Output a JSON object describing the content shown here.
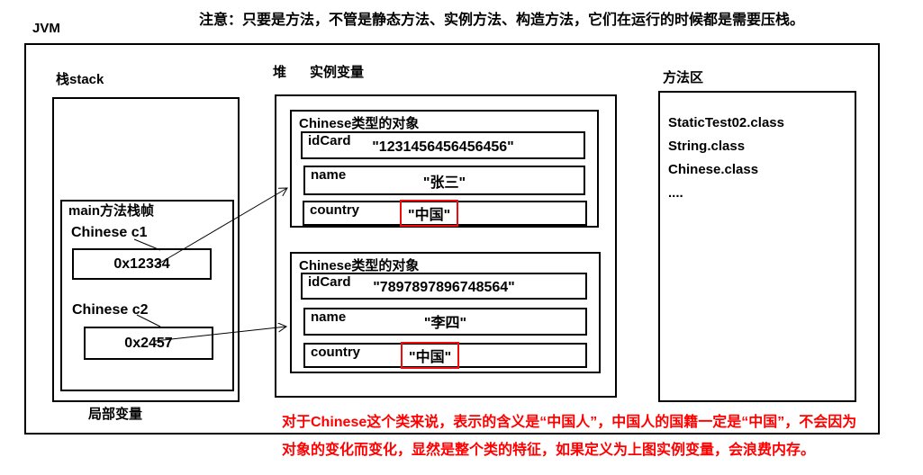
{
  "jvm_label": "JVM",
  "top_note": "注意：只要是方法，不管是静态方法、实例方法、构造方法，它们在运行的时候都是需要压栈。",
  "stack": {
    "title": "栈stack",
    "frame_title": "main方法栈帧",
    "vars": [
      {
        "name": "Chinese c1",
        "value": "0x12334"
      },
      {
        "name": "Chinese c2",
        "value": "0x2457"
      }
    ],
    "footer": "局部变量"
  },
  "heap": {
    "title": "堆",
    "subtitle": "实例变量",
    "objects": [
      {
        "title": "Chinese类型的对象",
        "fields": [
          {
            "label": "idCard",
            "value": "\"1231456456456456\""
          },
          {
            "label": "name",
            "value": "\"张三\""
          },
          {
            "label": "country",
            "value": "\"中国\"",
            "highlighted": true
          }
        ]
      },
      {
        "title": "Chinese类型的对象",
        "fields": [
          {
            "label": "idCard",
            "value": "\"7897897896748564\""
          },
          {
            "label": "name",
            "value": "\"李四\""
          },
          {
            "label": "country",
            "value": "\"中国\"",
            "highlighted": true
          }
        ]
      }
    ]
  },
  "method_area": {
    "title": "方法区",
    "classes": [
      "StaticTest02.class",
      "String.class",
      "Chinese.class",
      "...."
    ]
  },
  "bottom_note": {
    "line1": "对于Chinese这个类来说，表示的含义是“中国人”，中国人的国籍一定是“中国”，不会因为",
    "line2": "对象的变化而变化，显然是整个类的特征，如果定义为上图实例变量，会浪费内存。"
  },
  "colors": {
    "note_red": "#ff0000",
    "highlight_box_red": "#f00c0c",
    "line_black": "#000000"
  }
}
